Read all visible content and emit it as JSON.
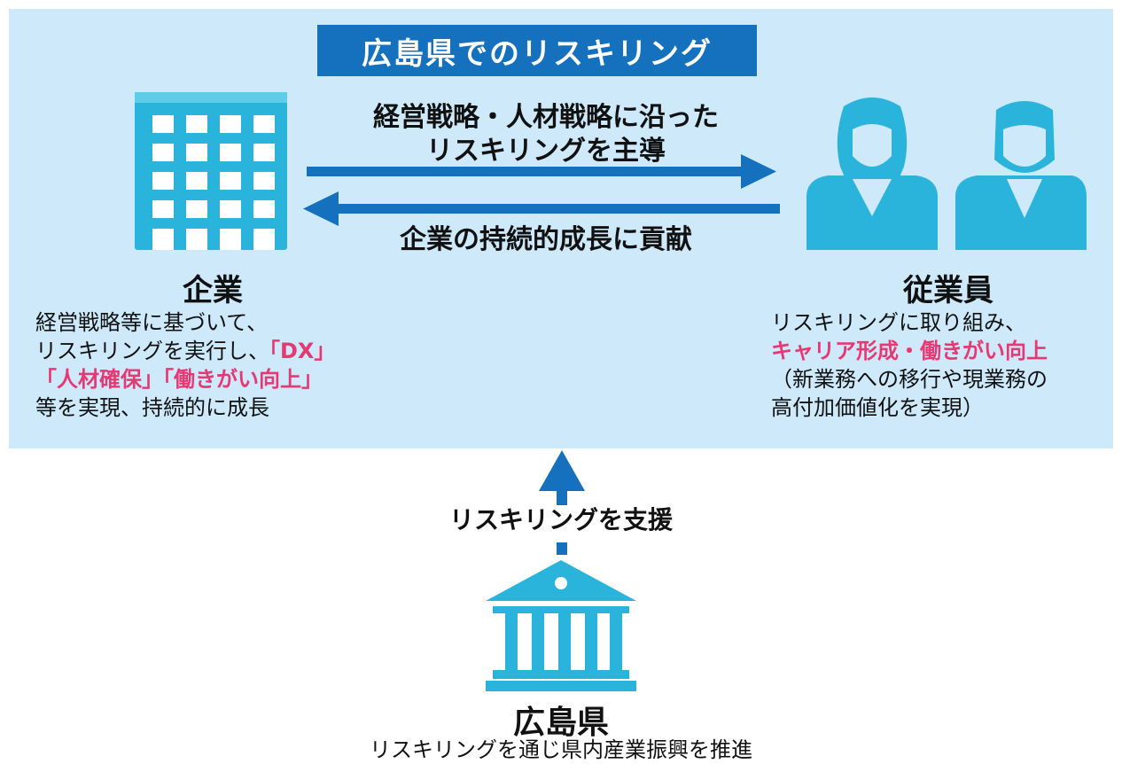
{
  "title": "広島県でのリスキリング",
  "arrows": {
    "top_label_line1": "経営戦略・人材戦略に沿った",
    "top_label_line2": "リスキリングを主導",
    "bottom_label": "企業の持続的成長に貢献",
    "support_label": "リスキリングを支援"
  },
  "company": {
    "name": "企業",
    "icon": "office-building-icon",
    "desc_line1": "経営戦略等に基づいて、",
    "desc_line2_plain": "リスキリングを実行し、",
    "desc_line2_hl": "「DX」",
    "desc_line3_hl": "「人材確保」「働きがい向上」",
    "desc_line4": "等を実現、持続的に成長"
  },
  "employee": {
    "name": "従業員",
    "icon": "employees-icon",
    "desc_line1": "リスキリングに取り組み、",
    "desc_line2_hl": "キャリア形成・働きがい向上",
    "desc_line3": "（新業務への移行や現業務の",
    "desc_line4": "高付加価値化を実現）"
  },
  "prefecture": {
    "name": "広島県",
    "icon": "government-building-icon",
    "desc": "リスキリングを通じ県内産業振興を推進"
  },
  "colors": {
    "panel_bg": "#cde9fa",
    "banner": "#1570bd",
    "arrow": "#1570bd",
    "icon": "#2ab4dc",
    "highlight": "#e63974"
  }
}
